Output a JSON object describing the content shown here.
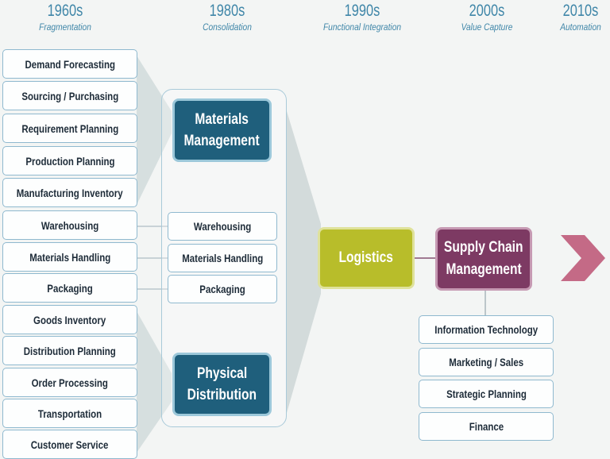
{
  "eras": [
    {
      "year": "1960s",
      "subtitle": "Fragmentation"
    },
    {
      "year": "1980s",
      "subtitle": "Consolidation"
    },
    {
      "year": "1990s",
      "subtitle": "Functional Integration"
    },
    {
      "year": "2000s",
      "subtitle": "Value Capture"
    },
    {
      "year": "2010s",
      "subtitle": "Automation"
    }
  ],
  "fragmentation": {
    "items": [
      "Demand Forecasting",
      "Sourcing / Purchasing",
      "Requirement Planning",
      "Production Planning",
      "Manufacturing Inventory",
      "Warehousing",
      "Materials Handling",
      "Packaging",
      "Goods Inventory",
      "Distribution Planning",
      "Order Processing",
      "Transportation",
      "Customer Service"
    ]
  },
  "consolidation": {
    "materials_management": {
      "line1": "Materials",
      "line2": "Management"
    },
    "shared": [
      "Warehousing",
      "Materials Handling",
      "Packaging"
    ],
    "physical_distribution": {
      "line1": "Physical",
      "line2": "Distribution"
    }
  },
  "integration": {
    "logistics": "Logistics"
  },
  "value_capture": {
    "scm": {
      "line1": "Supply Chain",
      "line2": "Management"
    },
    "items": [
      "Information Technology",
      "Marketing / Sales",
      "Strategic Planning",
      "Finance"
    ]
  },
  "colors": {
    "era_text": "#3f86a8",
    "materials_dark": "#1f5f7c",
    "logistics": "#b8bd2a",
    "scm": "#7d3a63",
    "arrow_next": "#c46a86",
    "funnel": "#d3dcdc"
  }
}
